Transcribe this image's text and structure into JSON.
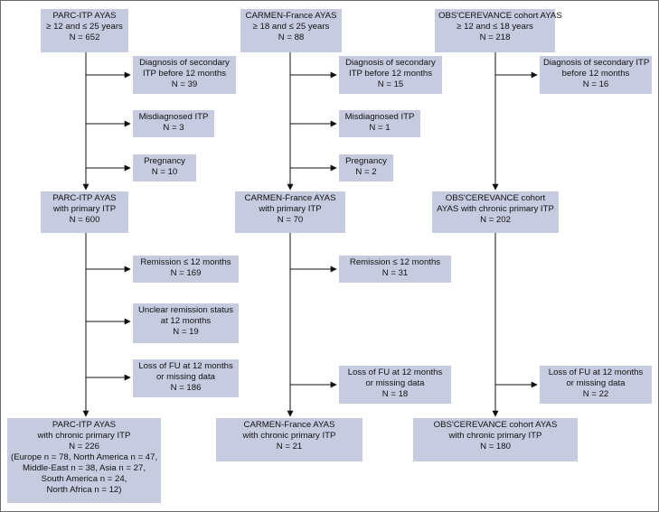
{
  "boxes": {
    "parc_start": [
      "PARC-ITP AYAS",
      "≥ 12 and ≤ 25 years",
      "N = 652"
    ],
    "parc_secondary": [
      "Diagnosis of secondary",
      "ITP before 12 months",
      "N = 39"
    ],
    "parc_misdiag": [
      "Misdiagnosed ITP",
      "N = 3"
    ],
    "parc_preg": [
      "Pregnancy",
      "N = 10"
    ],
    "parc_primary": [
      "PARC-ITP AYAS",
      "with primary ITP",
      "N = 600"
    ],
    "parc_remission": [
      "Remission ≤ 12 months",
      "N = 169"
    ],
    "parc_unclear": [
      "Unclear remission status",
      "at 12 months",
      "N = 19"
    ],
    "parc_loss": [
      "Loss of FU at 12 months",
      "or missing data",
      "N = 186"
    ],
    "parc_final": [
      "PARC-ITP AYAS",
      "with chronic primary ITP",
      "N = 226",
      "(Europe n = 78, North America n = 47,",
      "Middle-East n = 38, Asia n = 27,",
      "South America n = 24,",
      "North Africa n = 12)"
    ],
    "carmen_start": [
      "CARMEN-France AYAS",
      "≥ 18 and  ≤ 25 years",
      "N = 88"
    ],
    "carmen_secondary": [
      "Diagnosis of secondary",
      "ITP before 12 months",
      "N = 15"
    ],
    "carmen_misdiag": [
      "Misdiagnosed ITP",
      "N = 1"
    ],
    "carmen_preg": [
      "Pregnancy",
      "N = 2"
    ],
    "carmen_primary": [
      "CARMEN-France AYAS",
      "with primary ITP",
      "N = 70"
    ],
    "carmen_remission": [
      "Remission ≤ 12 months",
      "N = 31"
    ],
    "carmen_loss": [
      "Loss of FU at 12 months",
      "or missing data",
      "N = 18"
    ],
    "carmen_final": [
      "CARMEN-France AYAS",
      "with chronic primary ITP",
      "N = 21"
    ],
    "obs_start": [
      "OBS'CEREVANCE cohort AYAS",
      "≥ 12 and ≤ 18 years",
      "N = 218"
    ],
    "obs_secondary": [
      "Diagnosis of secondary ITP",
      "before 12 months",
      "N = 16"
    ],
    "obs_primary": [
      "OBS'CEREVANCE cohort",
      "AYAS with chronic primary ITP",
      "N = 202"
    ],
    "obs_loss": [
      "Loss of FU at 12 months",
      "or missing data",
      "N = 22"
    ],
    "obs_final": [
      "OBS'CEREVANCE cohort AYAS",
      "with chronic primary ITP",
      "N = 180"
    ]
  },
  "colors": {
    "box_fill": "#c7cbe0",
    "line": "#111111"
  }
}
